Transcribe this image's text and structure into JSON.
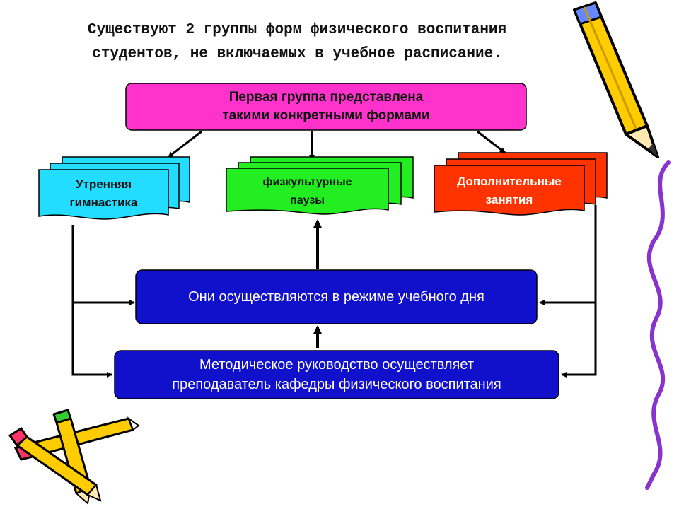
{
  "title": {
    "line1": "Существуют 2 группы форм  физического воспитания",
    "line2": "студентов, не включаемых в учебное расписание."
  },
  "top_box": {
    "line1": "Первая группа представлена",
    "line2": "такими конкретными формами",
    "color": "#ff33cc"
  },
  "forms": [
    {
      "line1": "Утренняя",
      "line2": "гимнастика",
      "color": "#22ddff"
    },
    {
      "line1": "физкультурные",
      "line2": "паузы",
      "color": "#22ee22"
    },
    {
      "line1": "Дополнительные",
      "line2": "занятия",
      "color": "#ff3300"
    }
  ],
  "mode_box": {
    "text": "Они осуществляются в режиме учебного дня",
    "color": "#1111cc"
  },
  "guidance_box": {
    "line1": "Методическое руководство осуществляет",
    "line2": "преподаватель кафедры физического воспитания",
    "color": "#1111cc"
  },
  "decorations": [
    "pencil-icon",
    "crossed-pencils-icon",
    "purple-squiggle-line"
  ]
}
